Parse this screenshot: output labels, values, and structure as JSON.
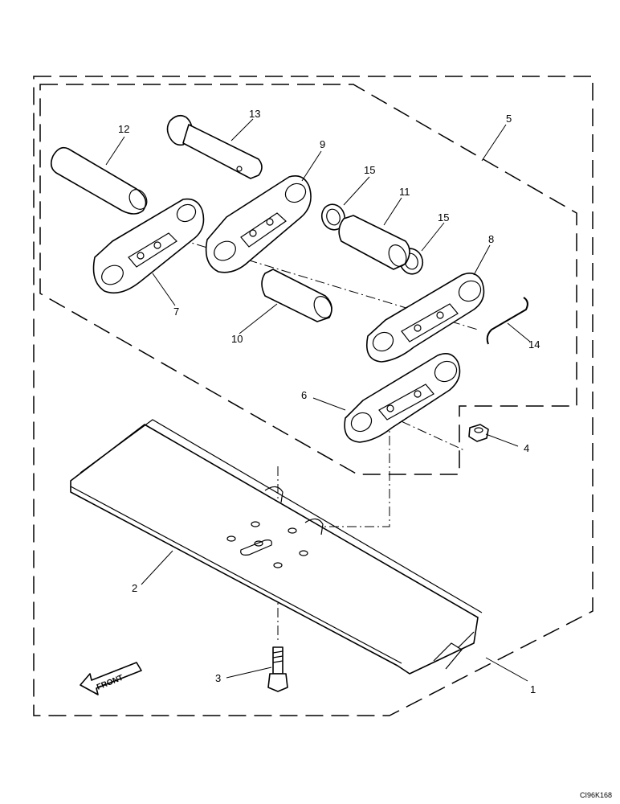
{
  "callouts": [
    {
      "id": "1",
      "label": "1"
    },
    {
      "id": "2",
      "label": "2"
    },
    {
      "id": "3",
      "label": "3"
    },
    {
      "id": "4",
      "label": "4"
    },
    {
      "id": "5",
      "label": "5"
    },
    {
      "id": "6",
      "label": "6"
    },
    {
      "id": "7",
      "label": "7"
    },
    {
      "id": "8",
      "label": "8"
    },
    {
      "id": "9",
      "label": "9"
    },
    {
      "id": "10",
      "label": "10"
    },
    {
      "id": "11",
      "label": "11"
    },
    {
      "id": "12",
      "label": "12"
    },
    {
      "id": "13",
      "label": "13"
    },
    {
      "id": "14",
      "label": "14"
    },
    {
      "id": "15a",
      "label": "15"
    },
    {
      "id": "15b",
      "label": "15"
    }
  ],
  "front_arrow": {
    "label": "FRONT"
  },
  "reference_code": "CI96K168"
}
